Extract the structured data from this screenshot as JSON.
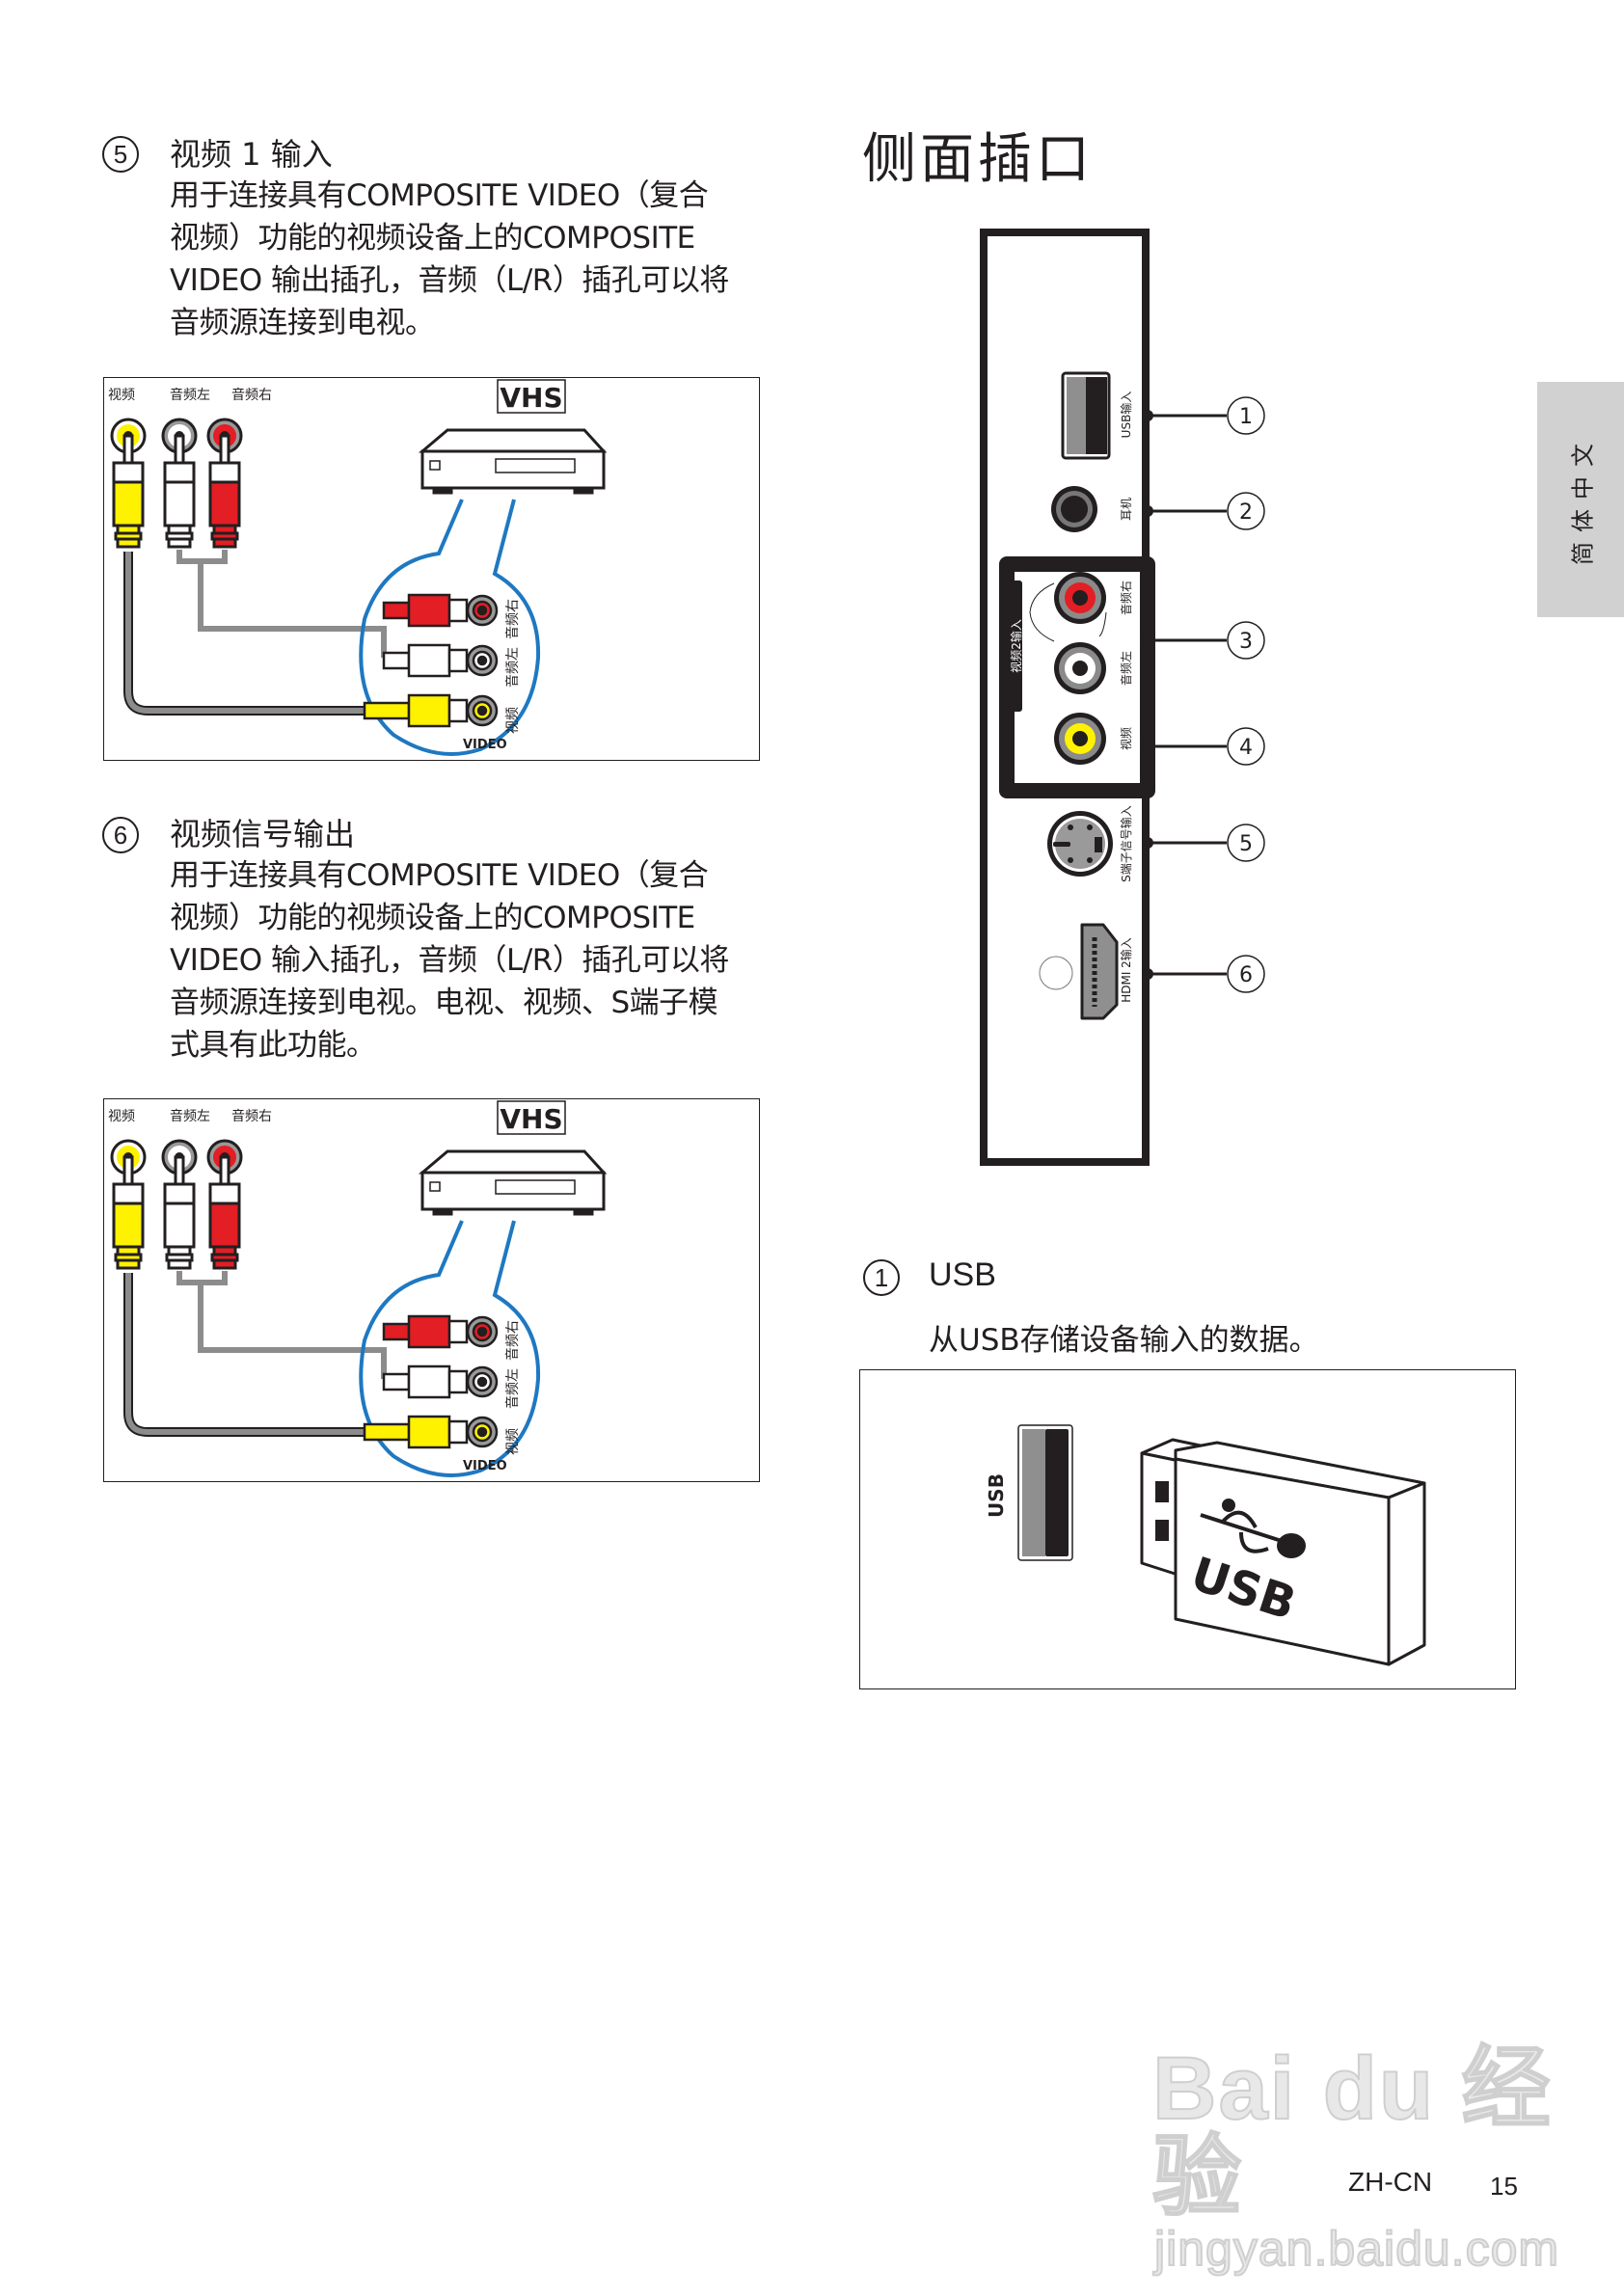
{
  "left_column": {
    "sections": [
      {
        "number": "5",
        "title": "视频 1 输入",
        "body_lines": [
          "用于连接具有COMPOSITE VIDEO（复合",
          "视频）功能的视频设备上的COMPOSITE",
          "VIDEO 输出插孔，音频（L/R）插孔可以将",
          "音频源连接到电视。"
        ],
        "figure": {
          "tv_labels": [
            "视频",
            "音频左",
            "音频右"
          ],
          "device_logo": "VHS",
          "callout_labels": [
            "音频右",
            "音频左",
            "视频"
          ],
          "callout_video_text": "VIDEO"
        }
      },
      {
        "number": "6",
        "title": "视频信号输出",
        "body_lines": [
          "用于连接具有COMPOSITE VIDEO（复合",
          "视频）功能的视频设备上的COMPOSITE",
          "VIDEO 输入插孔，音频（L/R）插孔可以将",
          "音频源连接到电视。电视、视频、S端子模",
          "式具有此功能。"
        ],
        "figure": {
          "tv_labels": [
            "视频",
            "音频左",
            "音频右"
          ],
          "device_logo": "VHS",
          "callout_labels": [
            "音频右",
            "音频左",
            "视频"
          ],
          "callout_video_text": "VIDEO"
        }
      }
    ]
  },
  "right_column": {
    "heading": "侧面插口",
    "panel": {
      "group_label": "视频2输入",
      "ports": [
        {
          "number": "1",
          "label": "USB输入",
          "type": "usb"
        },
        {
          "number": "2",
          "label": "耳机",
          "type": "headphone"
        },
        {
          "number": "3",
          "label": "音频右 / 音频左",
          "labels": [
            "音频右",
            "音频左"
          ],
          "type": "audio-rca"
        },
        {
          "number": "4",
          "label": "视频",
          "type": "video-rca"
        },
        {
          "number": "5",
          "label": "S端子信号输入",
          "type": "s-video"
        },
        {
          "number": "6",
          "label": "HDMI 2输入",
          "type": "hdmi"
        }
      ]
    },
    "usb_section": {
      "number": "1",
      "title": "USB",
      "description": "从USB存储设备输入的数据。",
      "figure": {
        "port_label": "USB",
        "stick_label": "USB"
      }
    }
  },
  "language_tab": "简体中文",
  "footer": {
    "locale": "ZH-CN",
    "page_number": "15"
  },
  "watermark": {
    "brand": "Bai du 经验",
    "url": "jingyan.baidu.com"
  },
  "colors": {
    "text": "#231f20",
    "callout_blue": "#1f78c1",
    "rca_red": "#e31e24",
    "rca_yellow": "#fff200",
    "rca_white": "#ffffff",
    "cable_gray": "#8c8c8c",
    "tab_gray": "#d1d1d1"
  }
}
